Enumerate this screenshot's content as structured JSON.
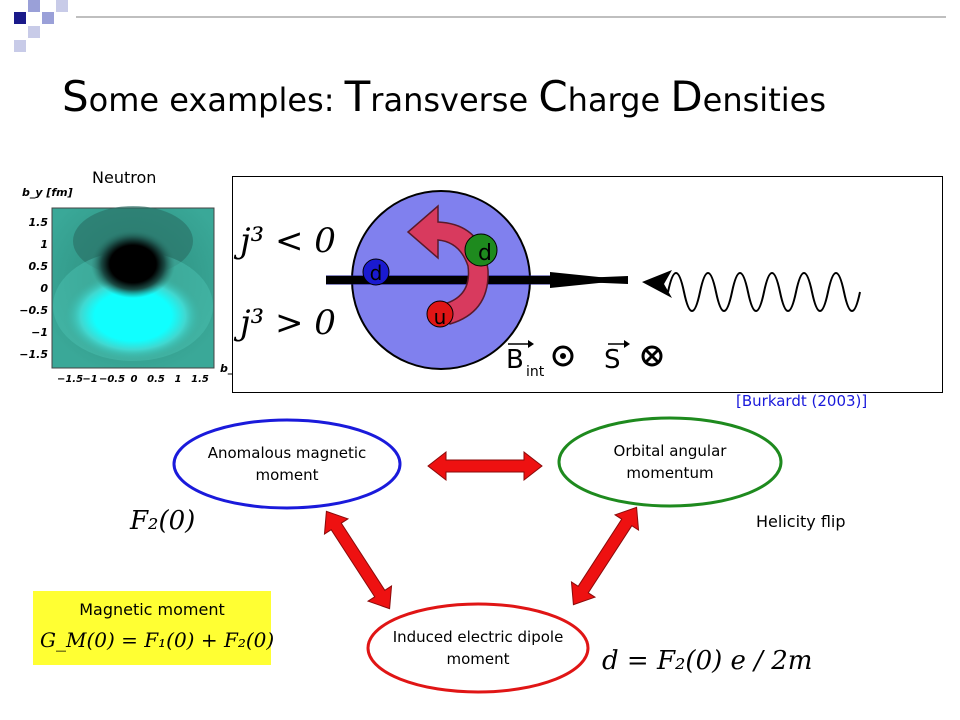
{
  "slide": {
    "title_parts": [
      "S",
      "ome examples: ",
      "T",
      "ransverse ",
      "C",
      "harge ",
      "D",
      "ensities"
    ],
    "neutron_label": "Neutron",
    "reference": "[Burkardt (2003)]",
    "helicity_flip": "Helicity flip",
    "magnetic_moment_label": "Magnetic moment"
  },
  "density_plot": {
    "y_axis_label": "b_y  [fm]",
    "x_axis_label": "b_x",
    "y_ticks": [
      "1.5",
      "1",
      "0.5",
      "0",
      "−0.5",
      "−1",
      "−1.5"
    ],
    "x_ticks": [
      "−1.5",
      "−1",
      "−0.5",
      "0",
      "0.5",
      "1",
      "1.5"
    ]
  },
  "diagram": {
    "j3_lt": "j³ < 0",
    "j3_gt": "j³ > 0",
    "quark_d1": "d",
    "quark_d2": "d",
    "quark_u": "u",
    "b_int": "B",
    "b_int_sub": "int",
    "s_label": "S"
  },
  "ellipses": {
    "anomalous": "Anomalous magnetic moment",
    "orbital": "Orbital angular momentum",
    "induced": "Induced electric dipole moment"
  },
  "formulas": {
    "f2": "F₂(0)",
    "gm": "G_M(0) = F₁(0) + F₂(0)",
    "dipole": "d = F₂(0) e / 2m"
  },
  "colors": {
    "ellipse_blue": "#1a1adb",
    "ellipse_green": "#1e8a1e",
    "ellipse_red": "#e01515",
    "arrow_red": "#ee1111",
    "reference_blue": "#1a1adb",
    "mag_box": "#ffff33"
  }
}
